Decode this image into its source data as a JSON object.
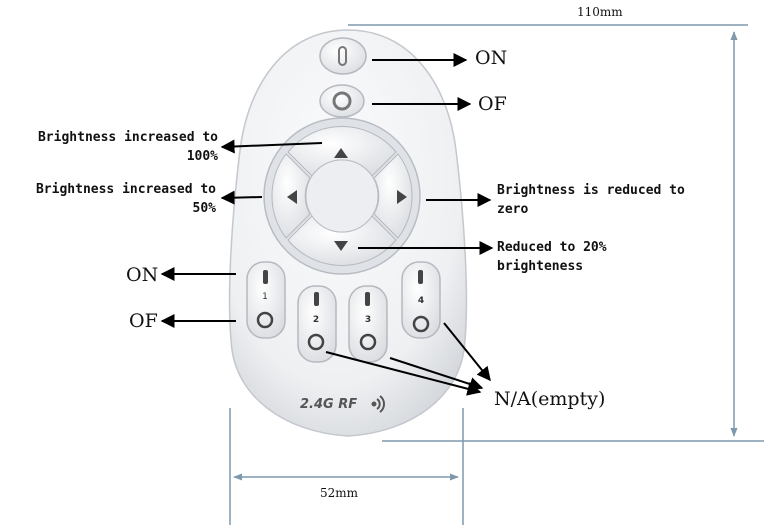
{
  "remote": {
    "brand_text": "2.4G RF",
    "zone_keys": [
      "1",
      "2",
      "3",
      "4"
    ]
  },
  "labels": {
    "on_top": "ON",
    "off_top": "OF",
    "up_line1": "Brightness increased to",
    "up_line2": "100%",
    "left_line1": "Brightness increased to",
    "left_line2": "50%",
    "right_line1": "Brightness is reduced to",
    "right_line2": "zero",
    "down_line1": "Reduced to 20%",
    "down_line2": "brighteness",
    "on_zone": "ON",
    "off_zone": "OF",
    "na": "N/A(empty)"
  },
  "dimensions": {
    "height": "110mm",
    "width": "52mm"
  },
  "colors": {
    "body": "#f1f2f4",
    "body_shadow": "#c9ccd2",
    "button": "#e4e6ea",
    "button_dark": "#9ea2a8",
    "dimension_line": "#7e98ad",
    "arrow": "#000000"
  }
}
